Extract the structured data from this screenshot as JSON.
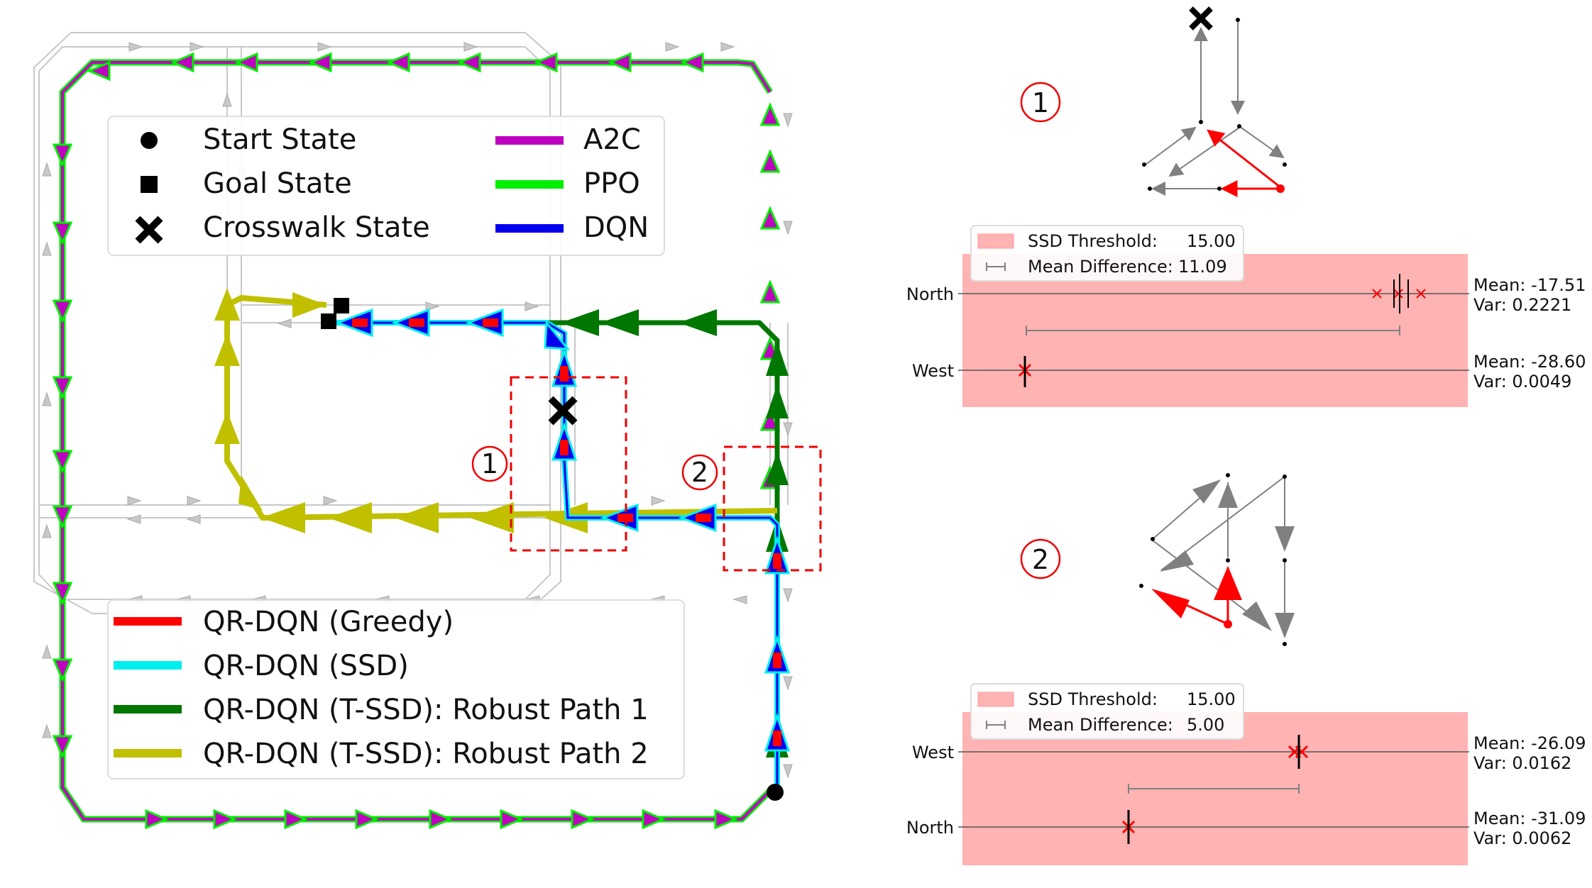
{
  "legend_top": {
    "items": [
      {
        "label": "Start State",
        "marker": "circle"
      },
      {
        "label": "Goal State",
        "marker": "square"
      },
      {
        "label": "Crosswalk State",
        "marker": "x"
      },
      {
        "label": "A2C",
        "color": "#c000c0"
      },
      {
        "label": "PPO",
        "color": "#00ee00"
      },
      {
        "label": "DQN",
        "color": "#0000ee"
      }
    ]
  },
  "legend_bottom": {
    "items": [
      {
        "label": "QR-DQN (Greedy)",
        "color": "#ff0000"
      },
      {
        "label": "QR-DQN (SSD)",
        "color": "#00eeee"
      },
      {
        "label": "QR-DQN (T-SSD): Robust Path 1",
        "color": "#007700"
      },
      {
        "label": "QR-DQN (T-SSD): Robust Path 2",
        "color": "#c0c000"
      }
    ]
  },
  "region_labels": {
    "one": "1",
    "two": "2"
  },
  "panel1": {
    "marker": "1",
    "legend": {
      "threshold_label": "SSD Threshold:",
      "threshold_value": "15.00",
      "diff_label": "Mean Difference:",
      "diff_value": "11.09"
    },
    "rows": [
      {
        "name": "North",
        "mean": "Mean: -17.51",
        "var": "Var: 0.2221"
      },
      {
        "name": "West",
        "mean": "Mean: -28.60",
        "var": "Var: 0.0049"
      }
    ]
  },
  "panel2": {
    "marker": "2",
    "legend": {
      "threshold_label": "SSD Threshold:",
      "threshold_value": "15.00",
      "diff_label": "Mean Difference:",
      "diff_value": "5.00"
    },
    "rows": [
      {
        "name": "West",
        "mean": "Mean: -26.09",
        "var": "Var: 0.0162"
      },
      {
        "name": "North",
        "mean": "Mean: -31.09",
        "var": "Var: 0.0062"
      }
    ]
  },
  "colors": {
    "a2c": "#c000c0",
    "ppo": "#00ee00",
    "dqn": "#0000ee",
    "greedy": "#ff0000",
    "ssd": "#00eeee",
    "tssd1": "#007700",
    "tssd2": "#c0c000",
    "threshold_fill": "#ffb3b3",
    "grid_arrow": "#c8c8c8",
    "dashed_box": "#ee0000"
  }
}
